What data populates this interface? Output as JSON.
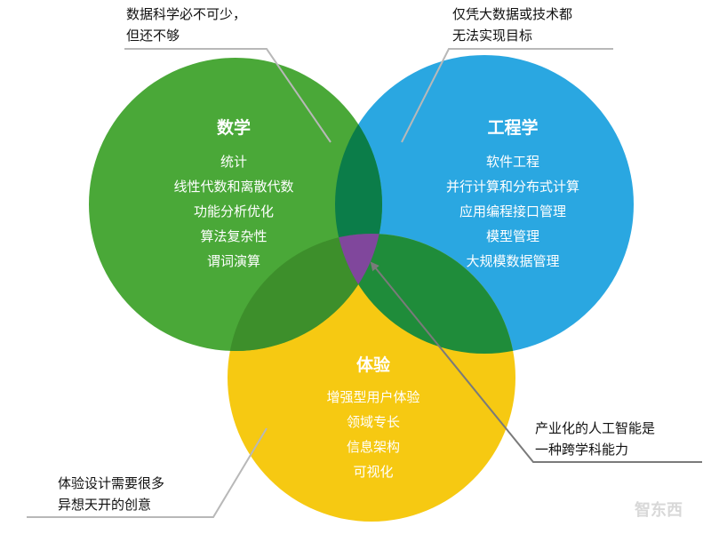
{
  "colors": {
    "math": "#4aa838",
    "engineering": "#2aa7e1",
    "experience": "#f6c912",
    "math_engineering": "#0b7d49",
    "math_experience": "#3d8f2b",
    "engineering_experience": "#1f8c3a",
    "center": "#80479c",
    "leader_line": "#b8b8b8",
    "arrow": "#7a7a7a"
  },
  "circles": {
    "math": {
      "title": "数学",
      "items": [
        "统计",
        "线性代数和离散代数",
        "功能分析优化",
        "算法复杂性",
        "谓词演算"
      ]
    },
    "engineering": {
      "title": "工程学",
      "items": [
        "软件工程",
        "并行计算和分布式计算",
        "应用编程接口管理",
        "模型管理",
        "大规模数据管理"
      ]
    },
    "experience": {
      "title": "体验",
      "items": [
        "增强型用户体验",
        "领域专长",
        "信息架构",
        "可视化"
      ]
    }
  },
  "callouts": {
    "top_left": [
      "数据科学必不可少，",
      "但还不够"
    ],
    "top_right": [
      "仅凭大数据或技术都",
      "无法实现目标"
    ],
    "bottom_left": [
      "体验设计需要很多",
      "异想天开的创意"
    ],
    "bottom_right": [
      "产业化的人工智能是",
      "一种跨学科能力"
    ]
  },
  "watermark": "智东西"
}
